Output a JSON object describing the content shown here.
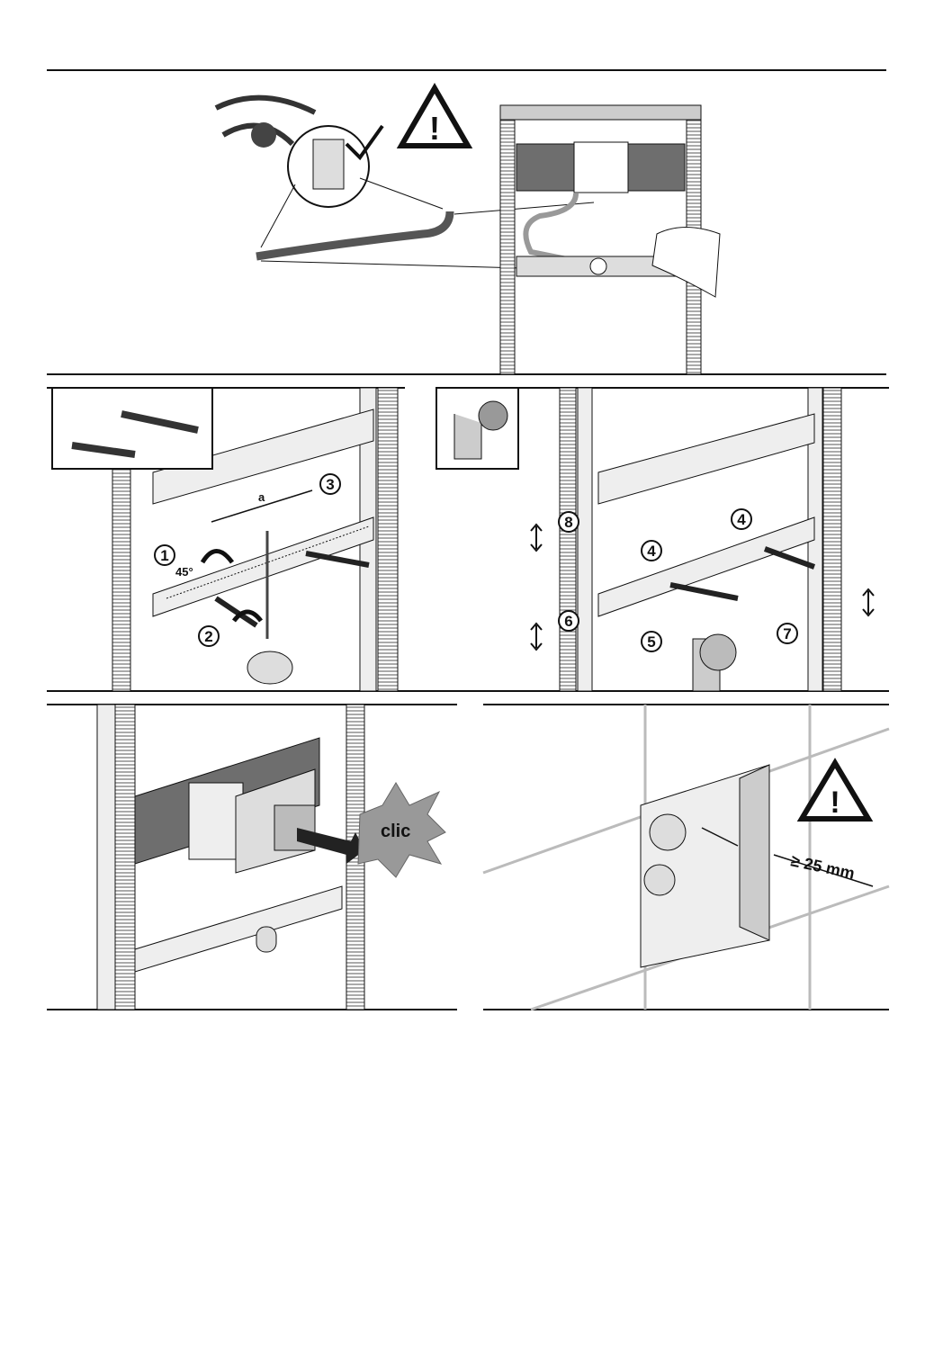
{
  "panels": [
    {
      "id": "connect-hose",
      "warning": true
    },
    {
      "id": "mount-bolts",
      "labels": {
        "distance": "a",
        "angle": "45°"
      },
      "steps": [
        "1",
        "2",
        "3"
      ]
    },
    {
      "id": "adjust-height",
      "steps": [
        "4",
        "4",
        "5",
        "6",
        "7",
        "8"
      ]
    },
    {
      "id": "click-module",
      "callout": "clic"
    },
    {
      "id": "tile-depth",
      "measurement": "≥ 25 mm",
      "warning": true
    }
  ],
  "colors": {
    "line": "#111111",
    "dark_gray": "#6e6e6e",
    "light_gray": "#d9d9d9"
  }
}
